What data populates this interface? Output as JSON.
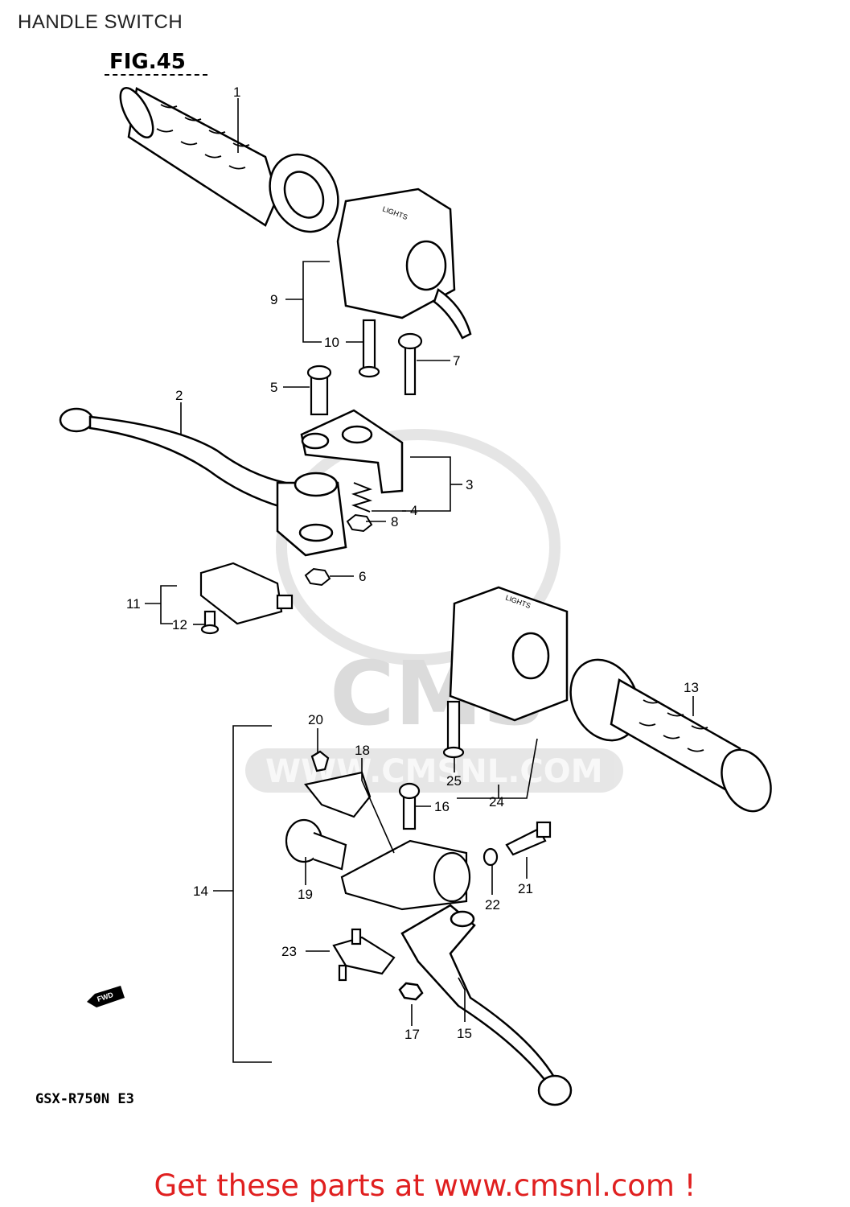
{
  "header": {
    "title": "HANDLE SWITCH"
  },
  "figure": {
    "label": "FIG.45"
  },
  "watermark": {
    "brand": "CMS",
    "url": "WWW.CMSNL.COM"
  },
  "parts": {
    "p1": "1",
    "p2": "2",
    "p3": "3",
    "p4": "4",
    "p5": "5",
    "p6": "6",
    "p7": "7",
    "p8": "8",
    "p9": "9",
    "p10": "10",
    "p11": "11",
    "p12": "12",
    "p13": "13",
    "p14": "14",
    "p15": "15",
    "p16": "16",
    "p17": "17",
    "p18": "18",
    "p19": "19",
    "p20": "20",
    "p21": "21",
    "p22": "22",
    "p23": "23",
    "p24": "24",
    "p25": "25"
  },
  "direction": {
    "fwd": "FWD"
  },
  "switch_markings": {
    "left_housing": "LIGHTS",
    "right_housing": "LIGHTS"
  },
  "model": {
    "code": "GSX-R750N E3"
  },
  "footer": {
    "cta": "Get these parts at www.cmsnl.com !"
  }
}
